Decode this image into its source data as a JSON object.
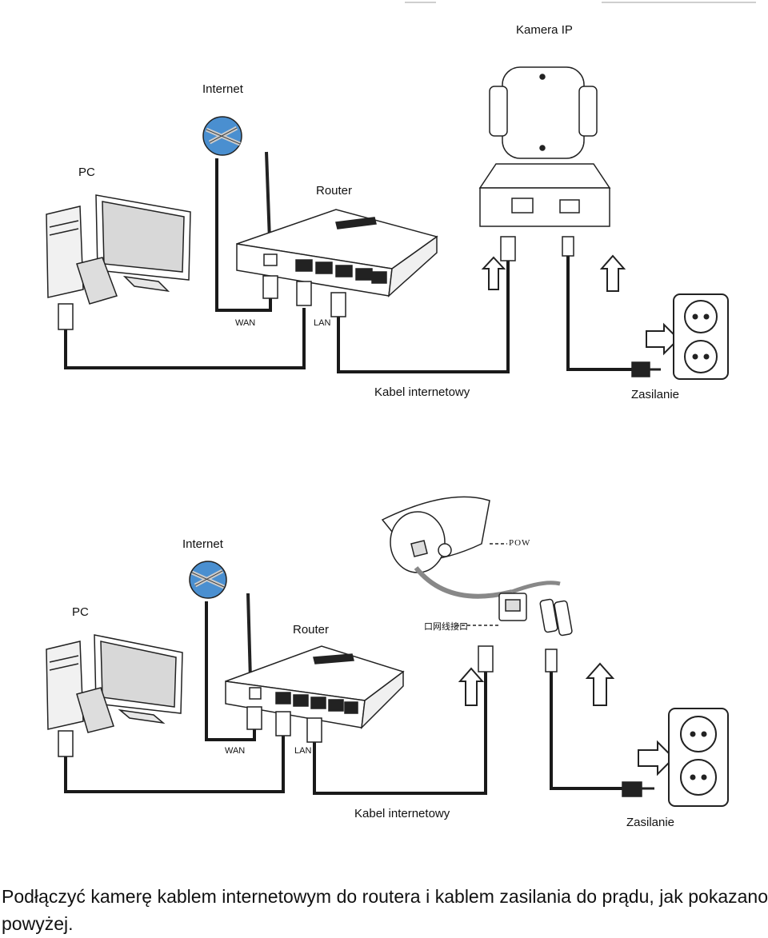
{
  "diagram1": {
    "labels": {
      "camera": "Kamera IP",
      "internet": "Internet",
      "pc": "PC",
      "router": "Router",
      "wan": "WAN",
      "lan": "LAN",
      "cable": "Kabel internetowy",
      "power": "Zasilanie"
    }
  },
  "diagram2": {
    "labels": {
      "internet": "Internet",
      "pc": "PC",
      "router": "Router",
      "wan": "WAN",
      "lan": "LAN",
      "cable": "Kabel internetowy",
      "power": "Zasilanie"
    },
    "poe_marking": "POW",
    "port_marking": "口网线接口"
  },
  "caption": "Podłączyć kamerę kablem internetowym do routera i kablem zasilania do prądu, jak pokazano powyżej."
}
